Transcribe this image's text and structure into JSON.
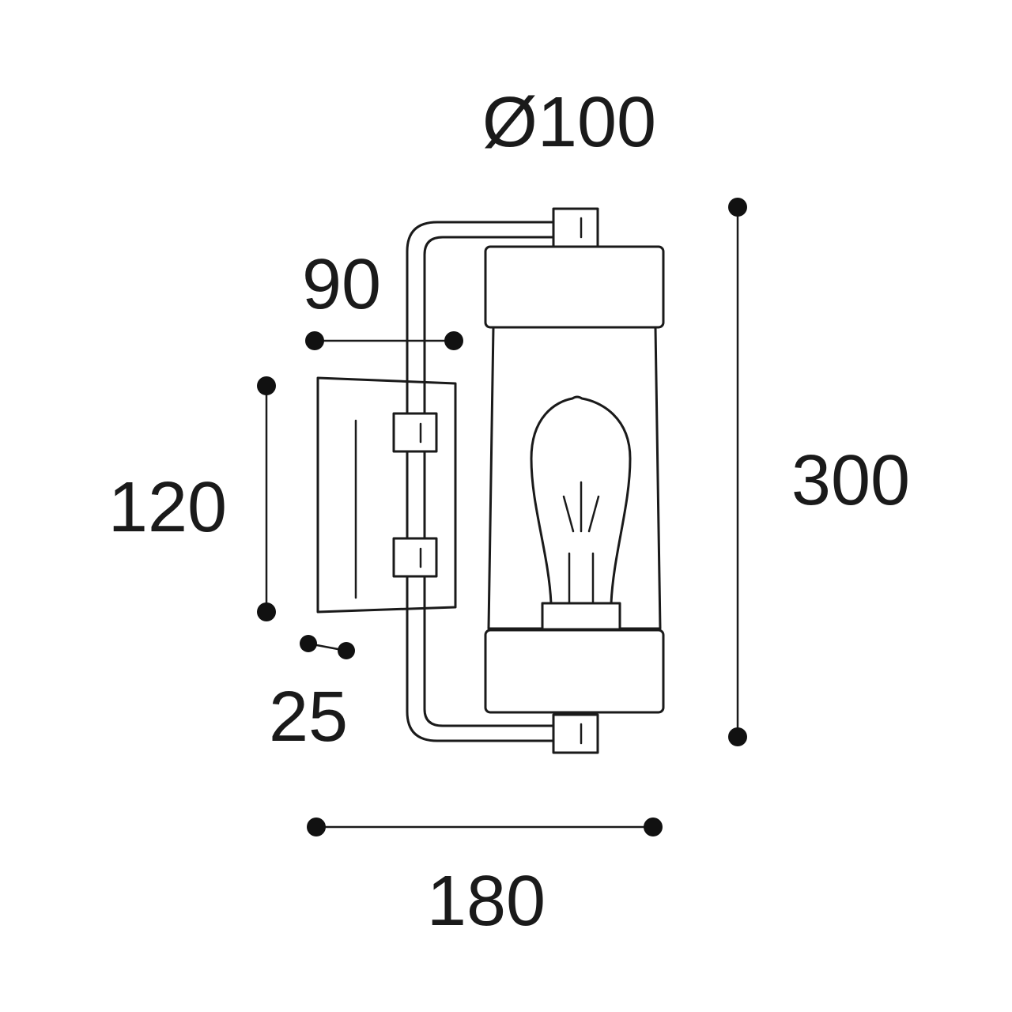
{
  "dimensions": {
    "diameter": "Ø100",
    "depth_top": "90",
    "plate_height": "120",
    "total_height": "300",
    "plate_thickness": "25",
    "total_width": "180"
  },
  "colors": {
    "line": "#1a1a1a",
    "background": "#ffffff"
  }
}
